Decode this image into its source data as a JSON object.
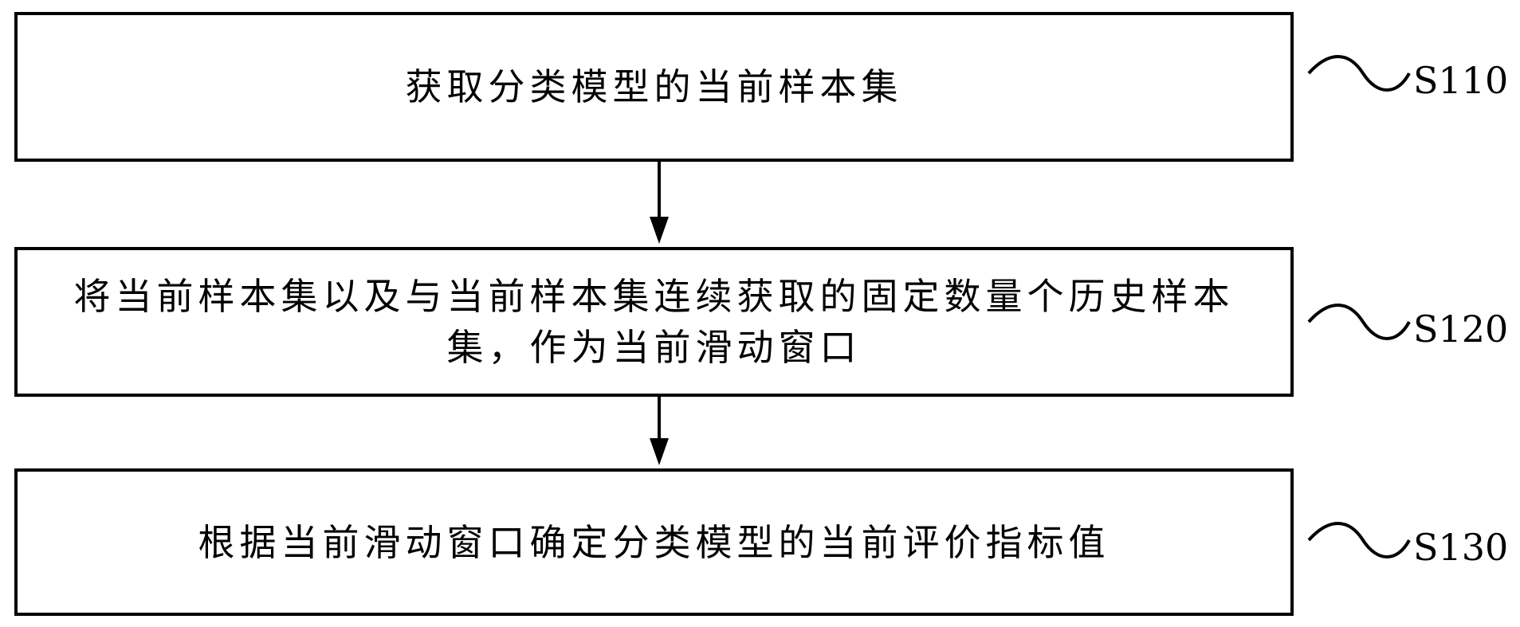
{
  "steps": [
    {
      "id": "S110",
      "lines": [
        "获取分类模型的当前样本集"
      ]
    },
    {
      "id": "S120",
      "lines": [
        "将当前样本集以及与当前样本集连续获取的固定数量个历史样本",
        "集，作为当前滑动窗口"
      ]
    },
    {
      "id": "S130",
      "lines": [
        "根据当前滑动窗口确定分类模型的当前评价指标值"
      ]
    }
  ],
  "colors": {
    "stroke": "#000000",
    "background": "#ffffff"
  }
}
